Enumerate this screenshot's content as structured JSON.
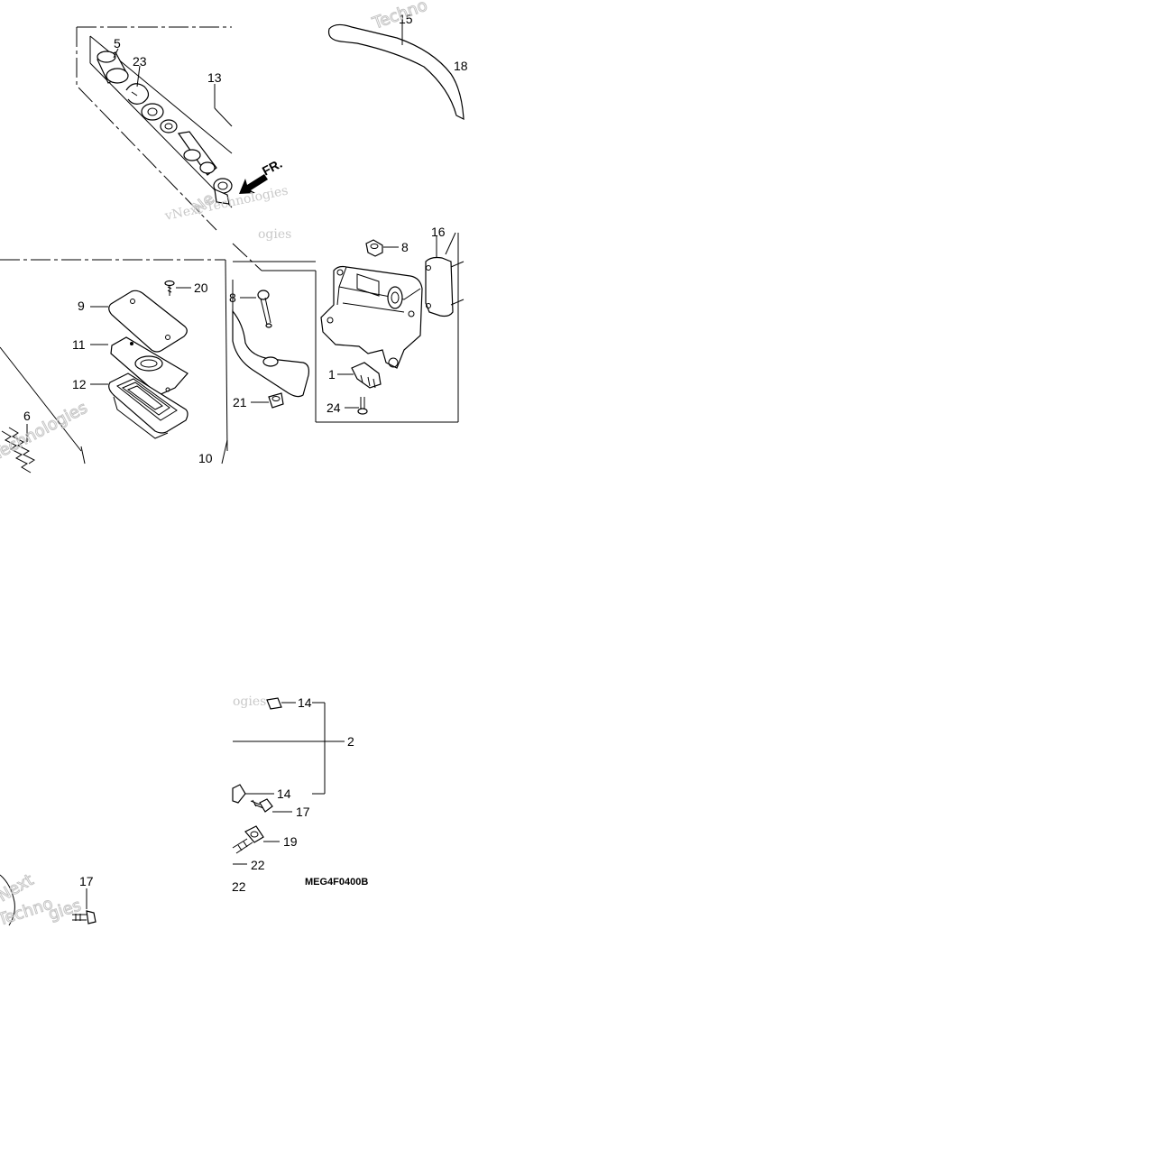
{
  "diagram": {
    "drawing_code": "MEG4F0400B",
    "arrow_label": "FR.",
    "watermarks": [
      "vNext Technologies",
      "Technologies",
      "Techno",
      "ogies",
      "Next",
      "vNext"
    ],
    "callouts": {
      "c5": "5",
      "c23": "23",
      "c13": "13",
      "c15": "15",
      "c18": "18",
      "c8a": "8",
      "c16": "16",
      "c9": "9",
      "c20": "20",
      "c8b": "8",
      "c11": "11",
      "c12": "12",
      "c1": "1",
      "c21": "21",
      "c24": "24",
      "c6": "6",
      "c10": "10",
      "c14a": "14",
      "c2": "2",
      "c14b": "14",
      "c17a": "17",
      "c19": "19",
      "c22a": "22",
      "c22b": "22",
      "c17b": "17"
    }
  }
}
